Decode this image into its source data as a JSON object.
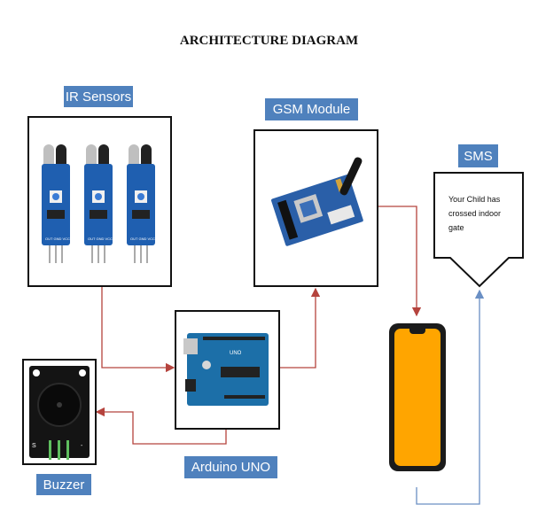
{
  "title": "ARCHITECTURE DIAGRAM",
  "labels": {
    "ir_sensors": "IR Sensors",
    "gsm_module": "GSM Module",
    "sms": "SMS",
    "arduino_uno": "Arduino UNO",
    "buzzer": "Buzzer"
  },
  "sms_message": "Your Child has crossed indoor gate",
  "sms_lines": [
    "Your Child has",
    "crossed indoor",
    "gate"
  ],
  "board_silkscreen": {
    "ir_pins": "OUT GND VCC",
    "arduino_logo": "UNO",
    "buzzer_pins": [
      "S",
      "-"
    ]
  },
  "colors": {
    "label_bg": "#4f81bd",
    "wire_red": "#b5433d",
    "wire_blue": "#6a8fc4",
    "phone_screen": "#ffa500",
    "pcb_blue": "#1f5fb0"
  }
}
